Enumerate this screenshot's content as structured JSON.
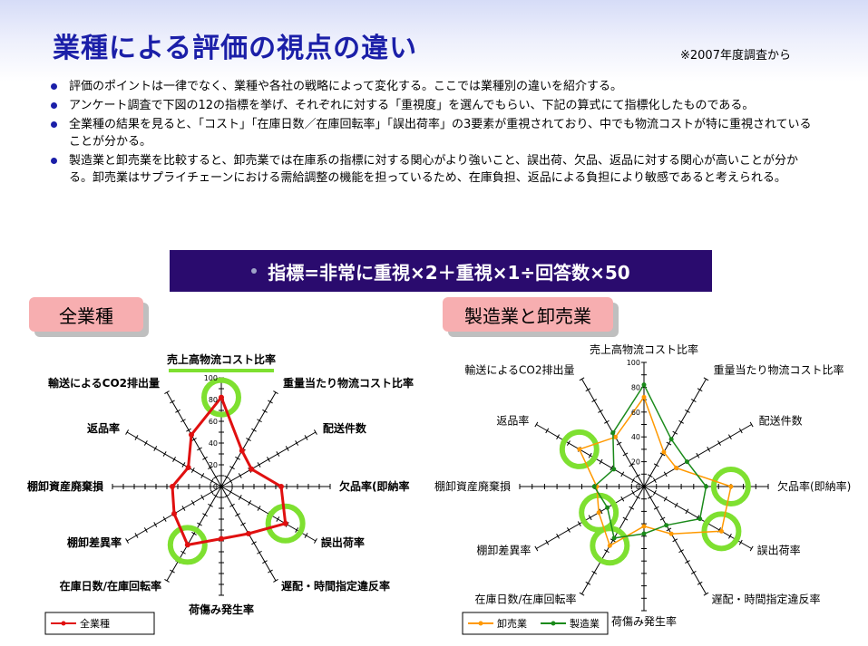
{
  "header": {
    "title": "業種による評価の視点の違い",
    "note": "※2007年度調査から"
  },
  "bullets": [
    "評価のポイントは一律でなく、業種や各社の戦略によって変化する。ここでは業種別の違いを紹介する。",
    "アンケート調査で下図の12の指標を挙げ、それぞれに対する「重視度」を選んでもらい、下記の算式にて指標化したものである。",
    "全業種の結果を見ると、「コスト」「在庫日数／在庫回転率」「誤出荷率」の3要素が重視されており、中でも物流コストが特に重視されていることが分かる。",
    "製造業と卸売業を比較すると、卸売業では在庫系の指標に対する関心がより強いこと、誤出荷、欠品、返品に対する関心が高いことが分かる。卸売業はサプライチェーンにおける需給調整の機能を担っているため、在庫負担、返品による負担により敏感であると考えられる。"
  ],
  "formula": "指標=非常に重視×2＋重視×1÷回答数×50",
  "labels": {
    "left": "全業種",
    "right": "製造業と卸売業"
  },
  "colors": {
    "red": "#e01010",
    "orange": "#ff9900",
    "green": "#1a8a1a",
    "highlight": "#7ee030"
  },
  "chart_data": [
    {
      "type": "radar",
      "categories": [
        "売上高物流コスト比率",
        "重量当たり物流コスト比率",
        "配送件数",
        "欠品率(即納率",
        "誤出荷率",
        "遅配・時間指定違反率",
        "荷傷み発生率",
        "在庫日数/在庫回転率",
        "棚卸差異率",
        "棚卸資産廃棄損",
        "返品率",
        "輸送によるCO2排出量"
      ],
      "axis_ticks": [
        "0",
        "20",
        "40",
        "60",
        "80",
        "100"
      ],
      "rlim": [
        0,
        100
      ],
      "series": [
        {
          "name": "全業種",
          "values": [
            82,
            38,
            32,
            55,
            68,
            50,
            48,
            62,
            50,
            45,
            35,
            55
          ]
        }
      ],
      "highlighted": [
        "売上高物流コスト比率",
        "誤出荷率",
        "在庫日数/在庫回転率"
      ]
    },
    {
      "type": "radar",
      "categories": [
        "売上高物流コスト比率",
        "重量当たり物流コスト比率",
        "配送件数",
        "欠品率(即納率)",
        "誤出荷率",
        "遅配・時間指定違反率",
        "荷傷み発生率",
        "在庫日数/在庫回転率",
        "棚卸差異率",
        "棚卸資産廃棄損",
        "返品率",
        "輸送によるCO2排出量"
      ],
      "axis_ticks": [
        "0",
        "20",
        "40",
        "60",
        "80",
        "100"
      ],
      "rlim": [
        0,
        100
      ],
      "series": [
        {
          "name": "卸売業",
          "values": [
            72,
            32,
            30,
            70,
            72,
            44,
            32,
            55,
            42,
            38,
            60,
            46
          ]
        },
        {
          "name": "製造業",
          "values": [
            82,
            44,
            40,
            50,
            52,
            36,
            38,
            48,
            34,
            40,
            28,
            50
          ]
        }
      ],
      "highlighted": [
        "欠品率(即納率)",
        "誤出荷率",
        "返品率",
        "棚卸差異率",
        "在庫日数/在庫回転率"
      ]
    }
  ]
}
